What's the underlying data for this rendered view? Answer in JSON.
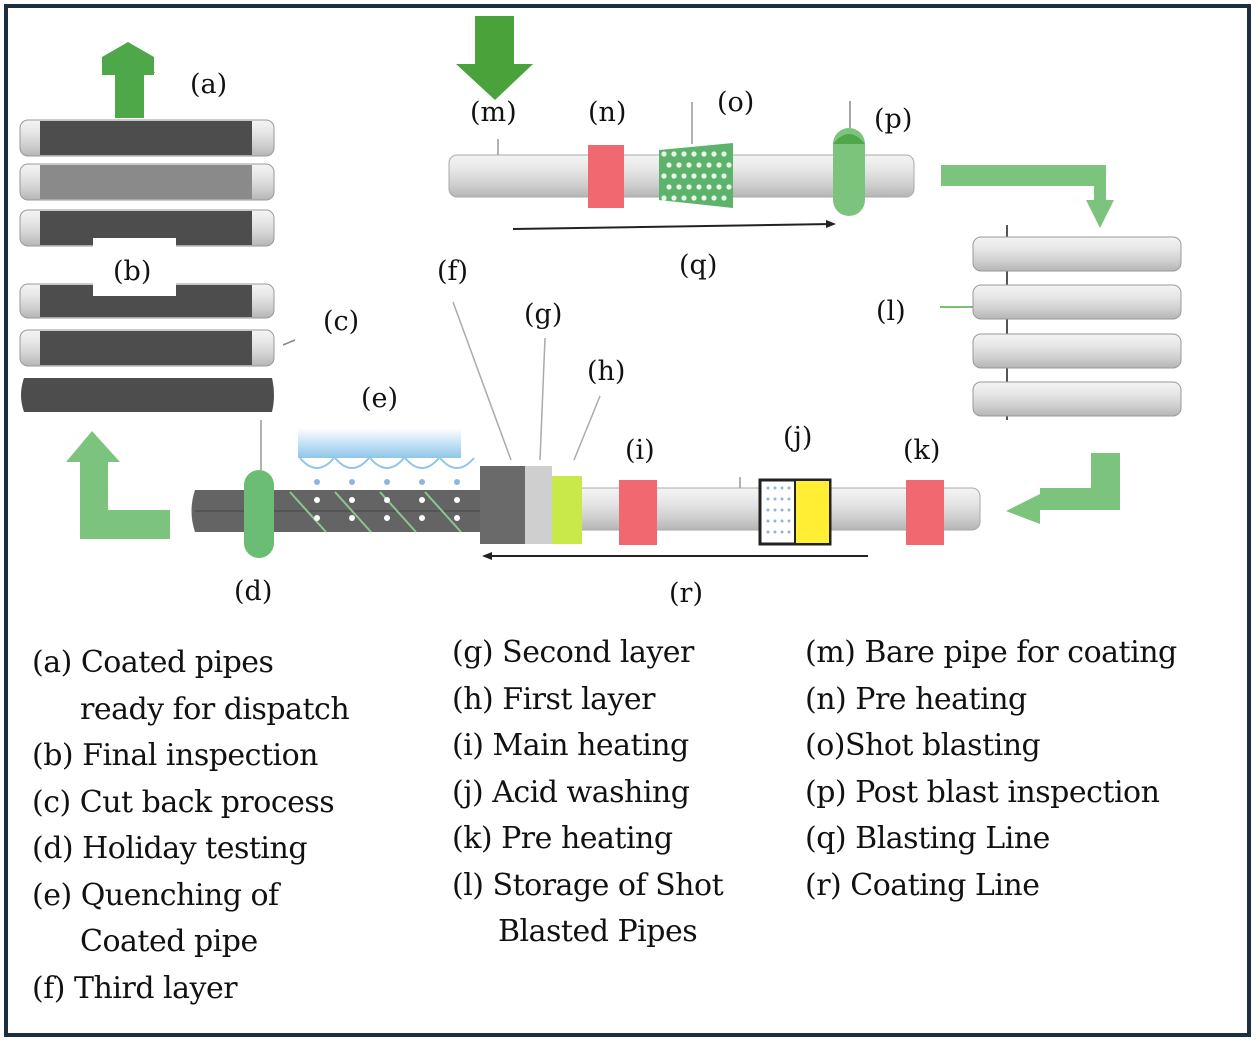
{
  "diagram": {
    "title": "Three-layer pipe coating process flow",
    "markers": {
      "a": "(a)",
      "b": "(b)",
      "c": "(c)",
      "d": "(d)",
      "e": "(e)",
      "f": "(f)",
      "g": "(g)",
      "h": "(h)",
      "i": "(i)",
      "j": "(j)",
      "k": "(k)",
      "l": "(l)",
      "m": "(m)",
      "n": "(n)",
      "o": "(o)",
      "p": "(p)",
      "q": "(q)",
      "r": "(r)"
    },
    "colors": {
      "arrow_green": "#4ea84a",
      "arrow_light_green": "#7cc47e",
      "heater_red": "#f06870",
      "inspection_green": "#6cbd74",
      "coated_gray": "#5e5e5e",
      "bare_pipe": "#e2e2e2",
      "third_layer": "#6a6a6a",
      "second_layer": "#cfcfcf",
      "first_layer": "#c9e84a",
      "acid_yellow": "#ffee33",
      "quench_blue": "#a9d3ee",
      "border": "#1d2f3f"
    }
  },
  "legend": {
    "col1": [
      {
        "text": "(a) Coated pipes",
        "cont": "ready for dispatch"
      },
      {
        "text": "(b) Final inspection"
      },
      {
        "text": "(c) Cut back process"
      },
      {
        "text": "(d) Holiday testing"
      },
      {
        "text": "(e) Quenching of",
        "cont": "Coated pipe"
      },
      {
        "text": "(f) Third layer"
      }
    ],
    "col2": [
      {
        "text": "(g) Second layer"
      },
      {
        "text": "(h) First layer"
      },
      {
        "text": "(i) Main heating"
      },
      {
        "text": "(j) Acid washing"
      },
      {
        "text": "(k) Pre heating"
      },
      {
        "text": "(l) Storage of Shot",
        "cont": "Blasted Pipes"
      }
    ],
    "col3": [
      {
        "text": "(m) Bare pipe for coating"
      },
      {
        "text": "(n) Pre heating"
      },
      {
        "text": "(o)Shot blasting"
      },
      {
        "text": "(p) Post blast inspection"
      },
      {
        "text": "(q) Blasting Line"
      },
      {
        "text": "(r) Coating Line"
      }
    ]
  }
}
